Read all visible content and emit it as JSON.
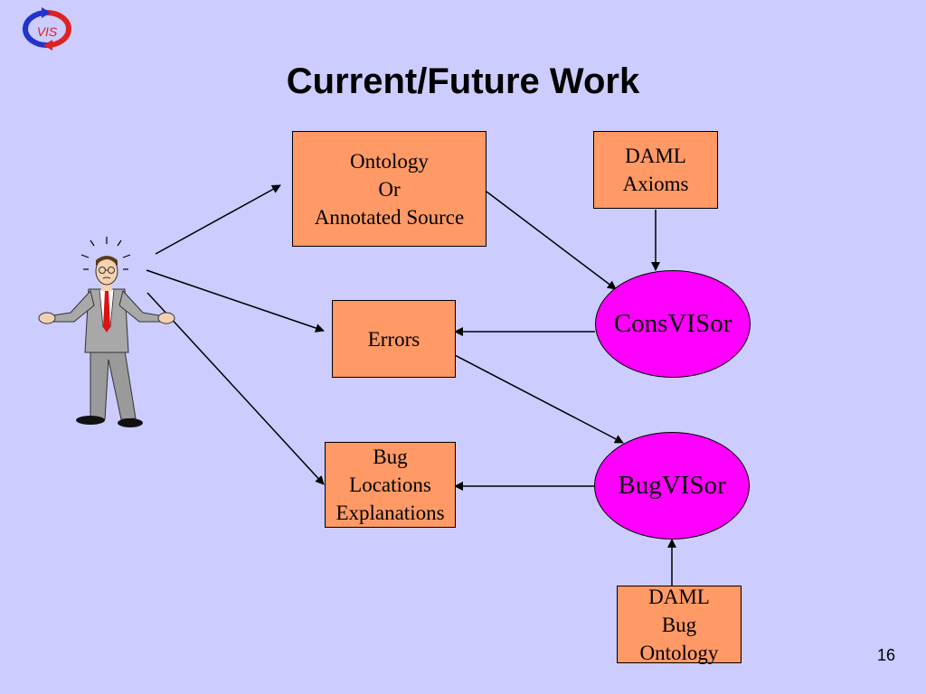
{
  "slide": {
    "title": "Current/Future Work",
    "page_number": "16",
    "logo_text": "VIS"
  },
  "diagram": {
    "ontology_box": [
      "Ontology",
      "Or",
      "Annotated Source"
    ],
    "daml_axioms_box": [
      "DAML",
      "Axioms"
    ],
    "errors_box": [
      "Errors"
    ],
    "bug_box": [
      "Bug",
      "Locations",
      "Explanations"
    ],
    "daml_bug_ontology_box": [
      "DAML",
      "Bug",
      "Ontology"
    ],
    "consvisor": "ConsVISor",
    "bugvisor": "BugVISor"
  },
  "colors": {
    "background": "#ccccff",
    "box_fill": "#ff9966",
    "ellipse_fill": "#ff00ff"
  }
}
